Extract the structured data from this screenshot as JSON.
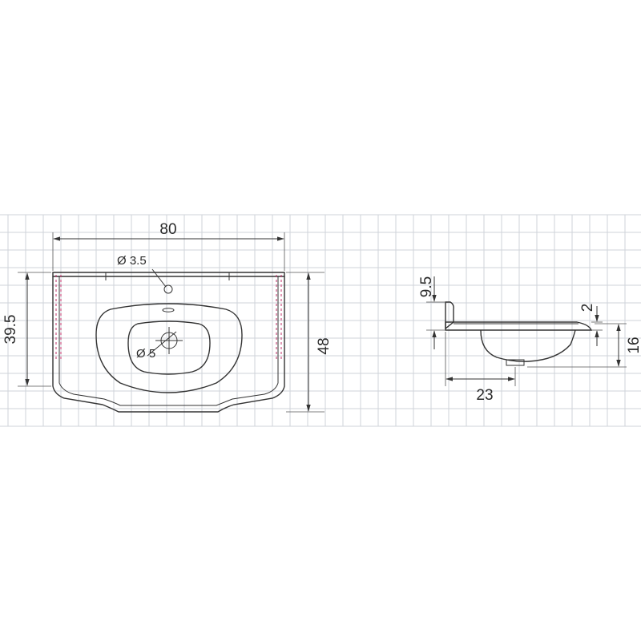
{
  "drawing": {
    "front_view": {
      "width_label": "80",
      "depth_label_left": "39.5",
      "depth_label_right": "48",
      "tap_hole_label": "Ø 3.5",
      "drain_hole_label": "Ø 5"
    },
    "side_view": {
      "backsplash_label": "9.5",
      "rim_label": "2",
      "total_height_label": "16",
      "drain_offset_label": "23"
    }
  },
  "colors": {
    "grid": "#cfd3da",
    "outline": "#333333",
    "hidden_edge": "#c0306a",
    "background": "#ffffff"
  }
}
